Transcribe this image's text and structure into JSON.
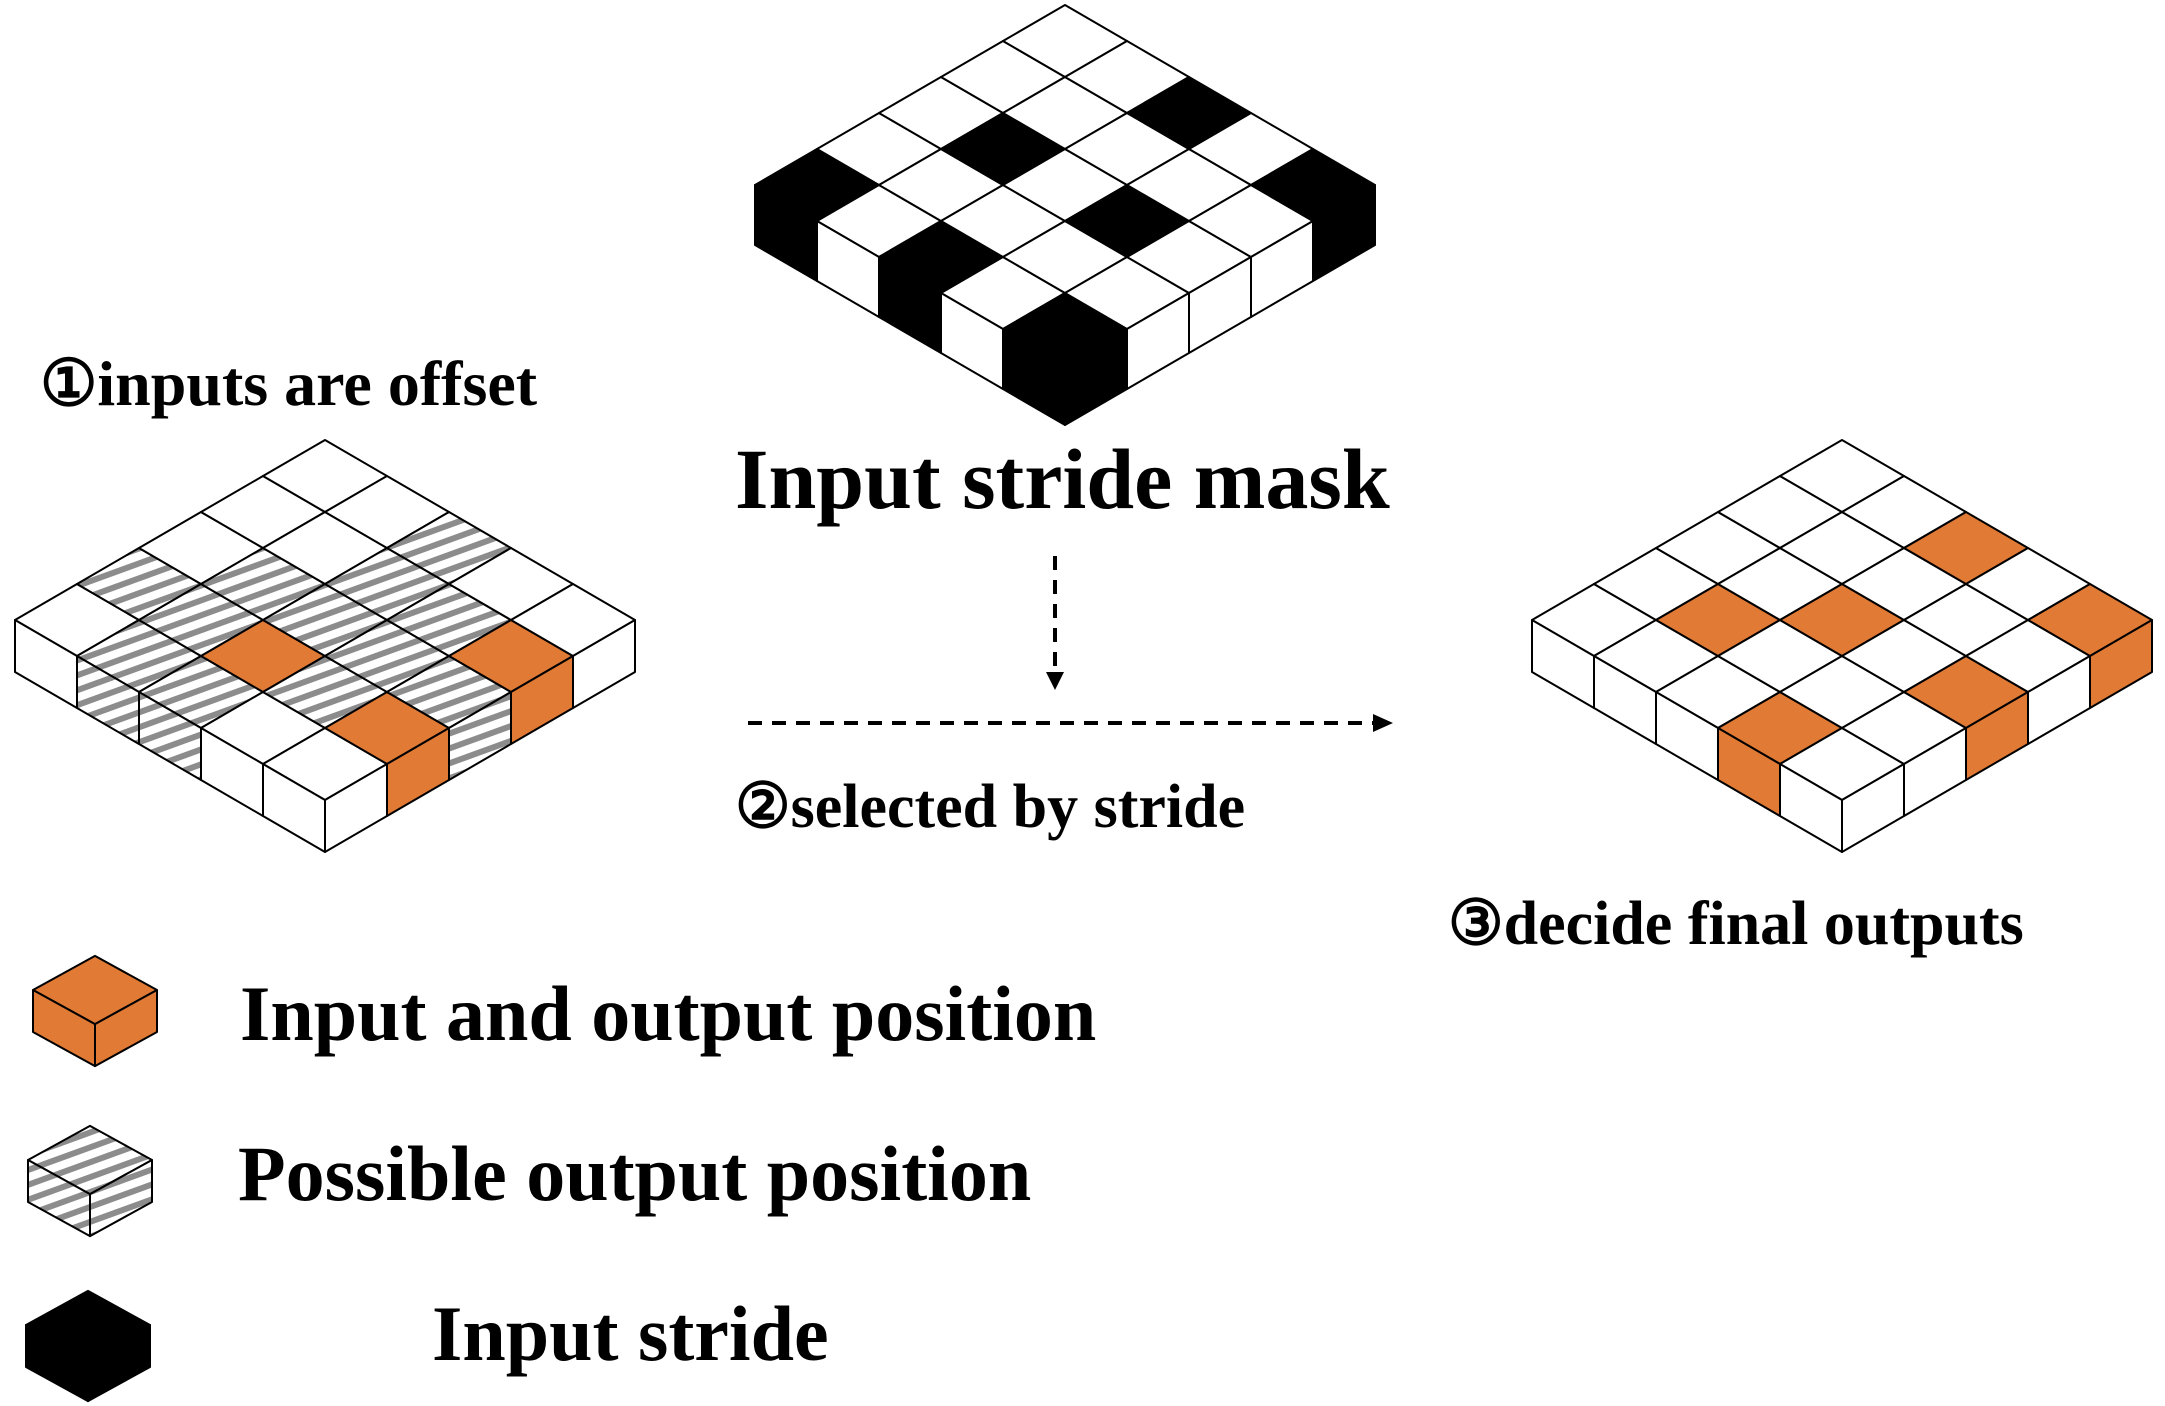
{
  "labels": {
    "step1": "①inputs are offset",
    "mask_title": "Input stride mask",
    "step2": "②selected by stride",
    "step3": "③decide final outputs"
  },
  "legend": [
    {
      "label": "Input and output position",
      "icon": "orange-cube-icon"
    },
    {
      "label": "Possible output position",
      "icon": "hatched-cube-icon"
    },
    {
      "label": "Input stride",
      "icon": "black-cube-icon"
    }
  ],
  "colors": {
    "orange": "#e07a35",
    "orange_dark": "#c9652a",
    "black": "#000000",
    "hatch": "#8c8c8c",
    "white": "#ffffff",
    "stroke": "#000000"
  },
  "grids": {
    "input_stride_mask": {
      "size": 5,
      "cells": [
        "BWWWW",
        "WWBWW",
        "BWWWB",
        "WWBWW",
        "BWWWB"
      ]
    },
    "offset_inputs": {
      "size": 5,
      "cells": [
        "WHWWW",
        "HHHWW",
        "HOHHH",
        "WHHHW",
        "WWHOW"
      ],
      "extra_orange": [
        [
          4,
          1
        ]
      ]
    },
    "final_outputs": {
      "size": 5,
      "cells": [
        "WWWWW",
        "WOWWW",
        "WWOWO",
        "OWWWW",
        "WWOWW"
      ],
      "extra_orange": [
        [
          4,
          4
        ]
      ]
    }
  }
}
